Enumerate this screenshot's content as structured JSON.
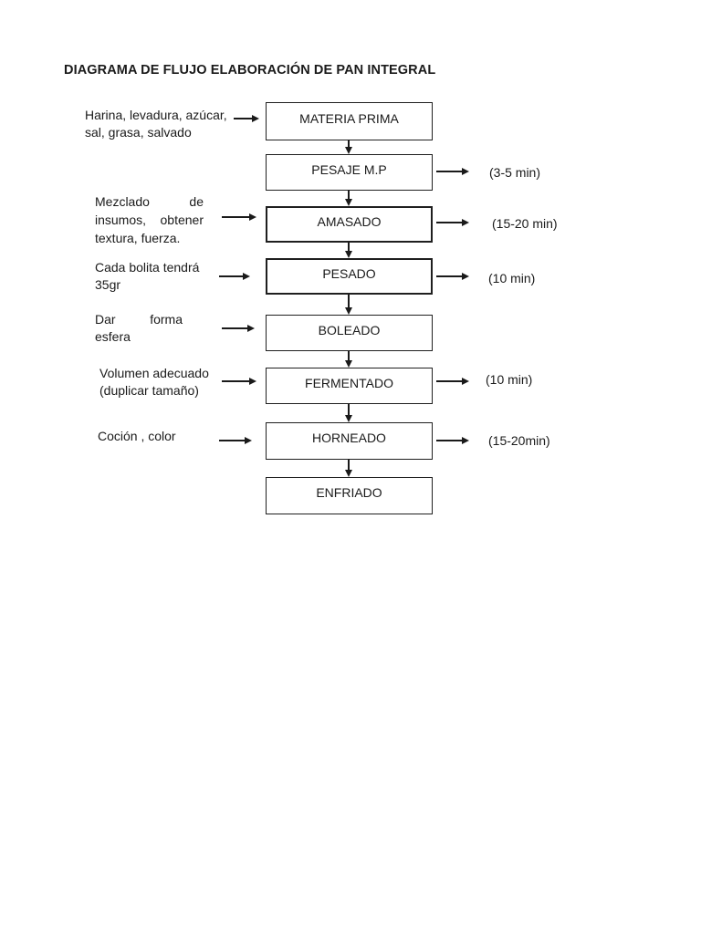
{
  "colors": {
    "background": "#ffffff",
    "ink": "#1a1a1a",
    "box_border": "#1f1f1f"
  },
  "document": {
    "title": "DIAGRAMA DE FLUJO ELABORACIÓN DE PAN INTEGRAL"
  },
  "flowchart": {
    "type": "process-flow",
    "direction": "top-down",
    "steps": [
      {
        "label": "MATERIA PRIMA",
        "left_note": "Harina, levadura, azúcar, sal, grasa, salvado",
        "right_note": null
      },
      {
        "label": "PESAJE M.P",
        "left_note": null,
        "right_note": "(3-5 min)"
      },
      {
        "label": "AMASADO",
        "left_note": "Mezclado de insumos, obtener textura, fuerza.",
        "right_note": "(15-20 min)"
      },
      {
        "label": "PESADO",
        "left_note": "Cada bolita tendrá 35gr",
        "right_note": "(10 min)"
      },
      {
        "label": "BOLEADO",
        "left_note": "Dar forma esfera",
        "right_note": null
      },
      {
        "label": "FERMENTADO",
        "left_note": "Volumen adecuado (duplicar tamaño)",
        "right_note": "(10 min)"
      },
      {
        "label": "HORNEADO",
        "left_note": "Coción , color",
        "right_note": "(15-20min)"
      },
      {
        "label": "ENFRIADO",
        "left_note": null,
        "right_note": null
      }
    ]
  }
}
